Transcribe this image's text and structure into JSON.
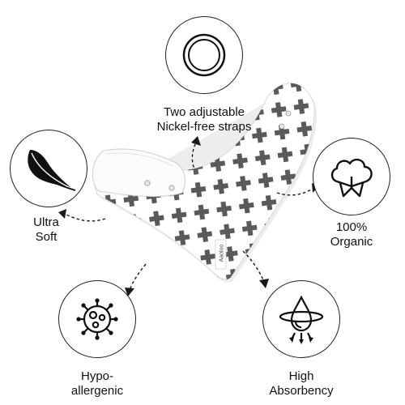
{
  "features": {
    "straps": {
      "icon": "ring-icon",
      "lines": [
        "Two adjustable",
        "Nickel-free straps"
      ]
    },
    "soft": {
      "icon": "feather-icon",
      "lines": [
        "Ultra",
        "Soft"
      ]
    },
    "organic": {
      "icon": "cotton-flower-icon",
      "lines": [
        "100% ",
        "Organic"
      ]
    },
    "hypoallergenic": {
      "icon": "germ-icon",
      "lines": [
        "Hypo-",
        "allergenic"
      ]
    },
    "absorbency": {
      "icon": "water-drop-icon",
      "lines": [
        "High",
        "Absorbency"
      ]
    }
  },
  "product": {
    "tag_text": "Aaoloo",
    "pattern_color": "#5a5a5a",
    "fabric_color": "#ffffff"
  }
}
